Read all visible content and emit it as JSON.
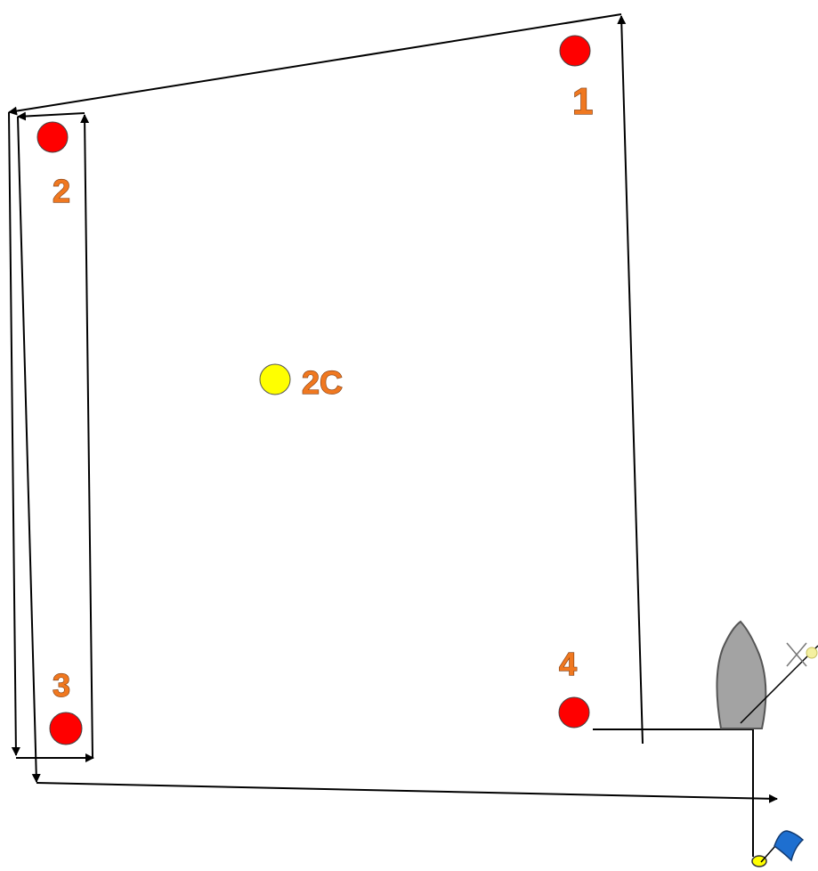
{
  "marks": [
    {
      "id": "1",
      "label": "1",
      "color": "#ff0000"
    },
    {
      "id": "2",
      "label": "2",
      "color": "#ff0000"
    },
    {
      "id": "2c",
      "label": "2C",
      "color": "#ffff00"
    },
    {
      "id": "3",
      "label": "3",
      "color": "#ff0000"
    },
    {
      "id": "4",
      "label": "4",
      "color": "#ff0000"
    }
  ],
  "colors": {
    "course_line": "#000000",
    "label": "#f07820",
    "committee_boat": "#a0a0a0",
    "flag": "#1e6fd0",
    "pin_buoy": "#ffff00"
  },
  "icons": [
    "committee-boat-icon",
    "blue-flag-icon",
    "pin-buoy-icon"
  ]
}
